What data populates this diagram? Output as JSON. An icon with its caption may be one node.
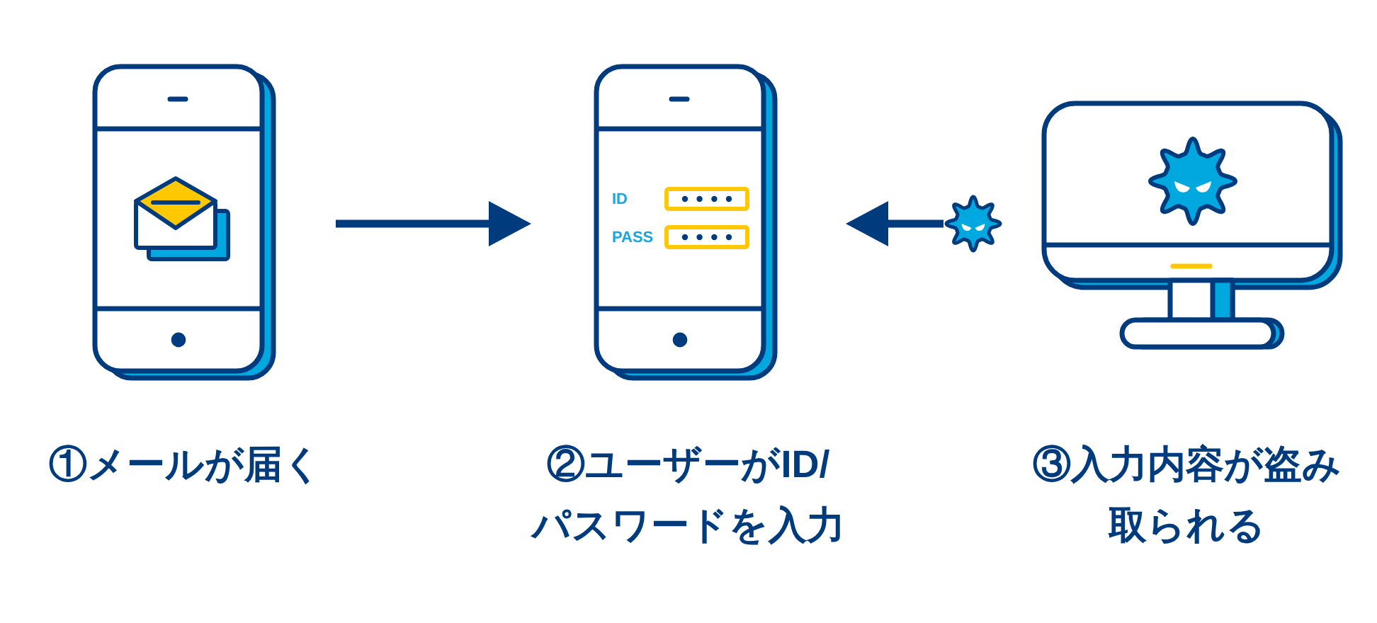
{
  "diagram": {
    "nodes": [
      {
        "text": [],
        "shape": "picture",
        "beside": [
          "①メールが届く"
        ]
      },
      {
        "text": [],
        "shape": "picture",
        "beside": [
          "②ユーザーがID/パスワードを入力"
        ]
      },
      {
        "text": [],
        "shape": "picture"
      },
      {
        "text": [],
        "shape": "picture",
        "beside": [
          "③入力内容が盗み取られる"
        ]
      }
    ],
    "edges": [
      {
        "from": 0,
        "to": 1,
        "arrow": "to"
      },
      {
        "from": 2,
        "to": 1,
        "arrow": "to"
      }
    ],
    "labels": [
      "ID",
      "PASS"
    ]
  }
}
